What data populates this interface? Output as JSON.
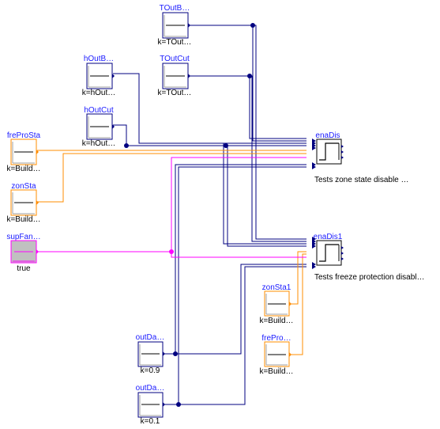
{
  "colors": {
    "real_connector": "#000080",
    "integer_connector": "#ff8c00",
    "boolean_connector": "#ff00ff",
    "block_name": "#1a1aff",
    "integer_block_border": "#ff8c00",
    "real_block_border": "#000080",
    "boolean_block_fill": "#c0c0c0"
  },
  "blocks": {
    "TOutBCut": {
      "name": "TOutB…",
      "param": "k=TOut…",
      "kind": "real-constant"
    },
    "TOutCut": {
      "name": "TOutCut",
      "param": "k=TOut…",
      "kind": "real-constant"
    },
    "hOutBCut": {
      "name": "hOutB…",
      "param": "k=hOut…",
      "kind": "real-constant"
    },
    "hOutCut": {
      "name": "hOutCut",
      "param": "k=hOut…",
      "kind": "real-constant"
    },
    "freProSta": {
      "name": "freProSta",
      "param": "k=Build…",
      "kind": "integer-constant"
    },
    "zonSta": {
      "name": "zonSta",
      "param": "k=Build…",
      "kind": "integer-constant"
    },
    "supFan": {
      "name": "supFan…",
      "param": "true",
      "kind": "boolean-constant"
    },
    "outDamPosMax": {
      "name": "outDa…",
      "param": "k=0.9",
      "kind": "real-constant"
    },
    "outDamPosMin": {
      "name": "outDa…",
      "param": "k=0.1",
      "kind": "real-constant"
    },
    "zonSta1": {
      "name": "zonSta1",
      "param": "k=Build…",
      "kind": "integer-constant"
    },
    "freProSta1": {
      "name": "frePro…",
      "param": "k=Build…",
      "kind": "integer-constant"
    },
    "enaDis": {
      "name": "enaDis",
      "desc": "Tests zone state disable …",
      "kind": "enable-disable"
    },
    "enaDis1": {
      "name": "enaDis1",
      "desc": "Tests freeze protection disabl…",
      "kind": "enable-disable"
    }
  }
}
